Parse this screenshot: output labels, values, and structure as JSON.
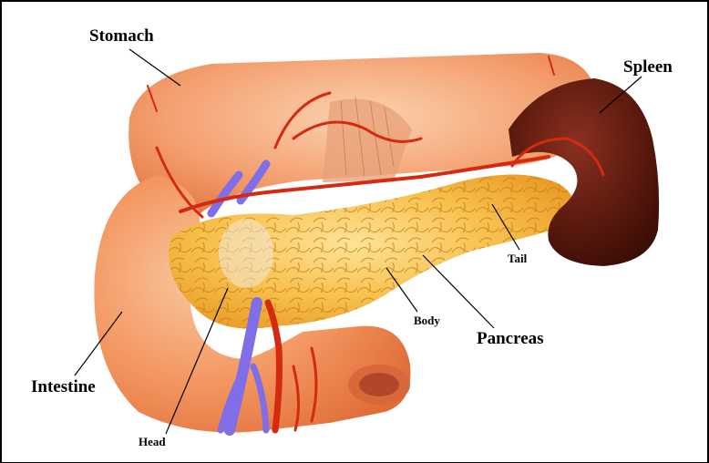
{
  "labels": {
    "stomach": "Stomach",
    "spleen": "Spleen",
    "tail": "Tail",
    "body": "Body",
    "pancreas": "Pancreas",
    "intestine": "Intestine",
    "head": "Head"
  },
  "colors": {
    "stomach": "#f4a070",
    "intestine": "#f59a62",
    "pancreas": "#f5b73a",
    "spleen": "#5a1a10",
    "artery": "#d42a10",
    "vein": "#7f6ee8",
    "leader_line": "#000000"
  }
}
